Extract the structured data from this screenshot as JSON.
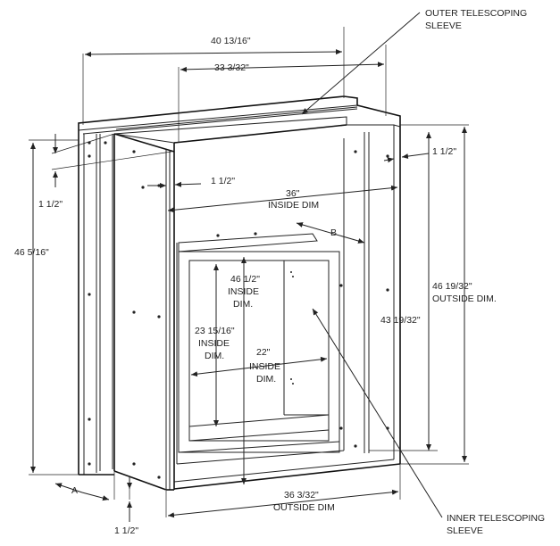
{
  "callouts": {
    "outer_sleeve_line1": "OUTER TELESCOPING",
    "outer_sleeve_line2": "SLEEVE",
    "inner_sleeve_line1": "INNER TELESCOPING",
    "inner_sleeve_line2": "SLEEVE"
  },
  "dims": {
    "top_width": "40 13/16\"",
    "inner_top_width": "33 3/32\"",
    "right_side_1_5": "1 1/2\"",
    "left_side_1_5": "1 1/2\"",
    "inner_flange_1_5": "1 1/2\"",
    "bottom_1_5": "1 1/2\"",
    "inside_width_val": "36\"",
    "inside_width_txt": "INSIDE DIM",
    "b_label": "B",
    "a_label": "A",
    "height_left": "46 5/16\"",
    "height_inside_val": "46 1/2\"",
    "height_inside_txt1": "INSIDE",
    "height_inside_txt2": "DIM.",
    "opening_h_val": "23 15/16\"",
    "opening_h_txt1": "INSIDE",
    "opening_h_txt2": "DIM.",
    "opening_w_val": "22\"",
    "opening_w_txt1": "INSIDE",
    "opening_w_txt2": "DIM.",
    "height_inner": "43 19/32\"",
    "height_outside_val": "46 19/32\"",
    "height_outside_txt": "OUTSIDE DIM.",
    "bottom_width_val": "36 3/32\"",
    "bottom_width_txt": "OUTSIDE DIM"
  }
}
